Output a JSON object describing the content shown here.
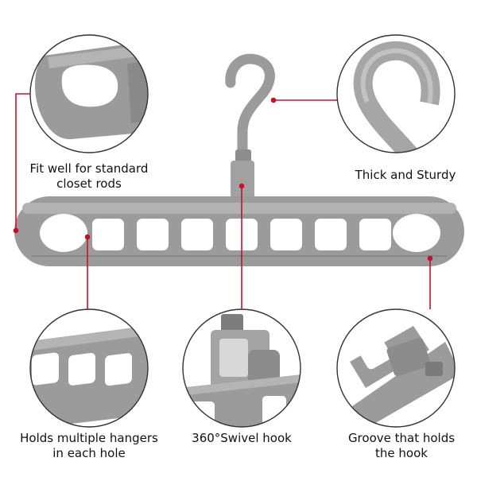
{
  "colors": {
    "plastic": "#9b9b9b",
    "plastic_dark": "#7d7d7d",
    "plastic_light": "#b8b8b8",
    "circle_stroke": "#333333",
    "leader_line": "#c8102e"
  },
  "captions": {
    "fit_rods": {
      "line1": "Fit well for standard",
      "line2": "closet rods"
    },
    "thick_sturdy": {
      "line1": "Thick and Sturdy"
    },
    "multiple_hangers": {
      "line1": "Holds multiple hangers",
      "line2": "in each hole"
    },
    "swivel_hook": {
      "line1": "360°Swivel hook"
    },
    "groove": {
      "line1": "Groove that holds",
      "line2": "the hook"
    }
  }
}
